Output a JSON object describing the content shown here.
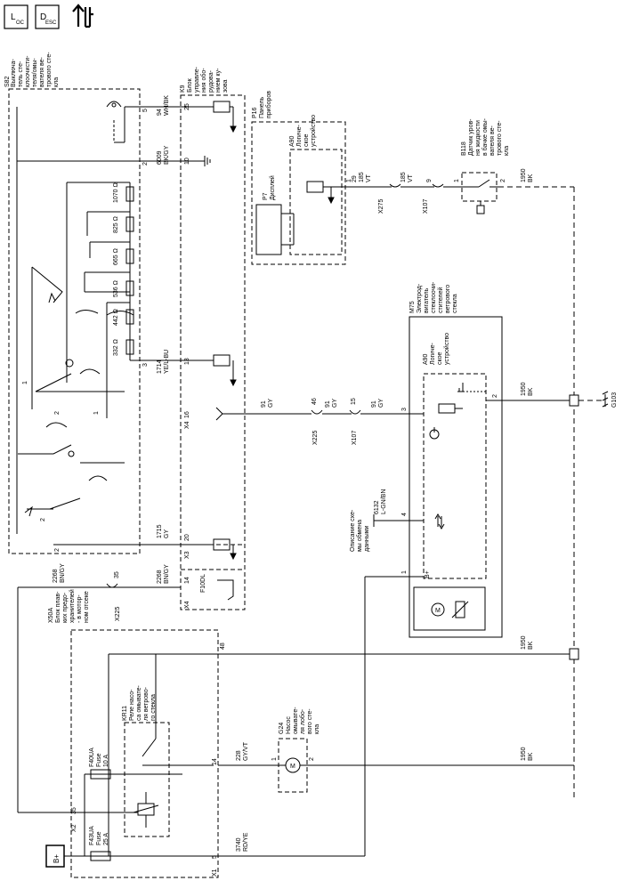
{
  "header_icons": {
    "loc": {
      "main": "L",
      "sub": "OC"
    },
    "desc": {
      "main": "D",
      "sub": "ESC"
    }
  },
  "s82": {
    "ref": "S82",
    "desc": [
      "Выключа-",
      "тель сте-",
      "клоочисти-",
      "теля/омы-",
      "вателя ве-",
      "трового сте-",
      "кла"
    ],
    "resistors": [
      "1070 Ω",
      "825 Ω",
      "665 Ω",
      "536 Ω",
      "442 Ω",
      "332 Ω"
    ],
    "pins": {
      "p5": "5",
      "p2a": "2",
      "p3": "3",
      "p1": "1",
      "p2b": "2",
      "p1b": "1",
      "p2c": "2",
      "p2d": "2"
    }
  },
  "k9": {
    "ref": "K9",
    "desc": [
      "Блок",
      "управле-",
      "ния обо-",
      "рудова-",
      "нием ку-",
      "зова"
    ],
    "pins": {
      "p25": "25",
      "p10": "10",
      "p13": "13",
      "p16": "16",
      "p20": "20",
      "p14": "14"
    },
    "conn_x3": "X3",
    "conn_x4a": "X4",
    "conn_x4b": "X4"
  },
  "f10dl": "F10DL",
  "p16": {
    "ref": "P16",
    "desc": [
      "Панель",
      "приборов"
    ]
  },
  "p7": {
    "ref": "P7",
    "desc": "Дисплей"
  },
  "a90_top": {
    "ref": "A90",
    "desc": [
      "Логиче-",
      "ское",
      "устройство"
    ]
  },
  "b118": {
    "ref": "B118",
    "desc": [
      "Датчик уров-",
      "ня жидкости",
      "в бачке омы-",
      "вателя ве-",
      "трового сте-",
      "кла"
    ],
    "pins": {
      "p1": "1",
      "p2": "2"
    }
  },
  "m75": {
    "ref": "M75",
    "desc": [
      "Электрод-",
      "вигатель",
      "стеклоочи-",
      "стителей",
      "ветрового",
      "стекла"
    ]
  },
  "a90_bot": {
    "ref": "A90",
    "desc": [
      "Логиче-",
      "ское",
      "устройство"
    ],
    "pins": {
      "p2": "2",
      "p3": "3",
      "p4": "4",
      "p1": "1"
    },
    "bplus": "B+"
  },
  "g24": {
    "ref": "G24",
    "desc": [
      "Насос",
      "омыватe-",
      "ля лобо-",
      "вого сте-",
      "кла"
    ],
    "pins": {
      "p1": "1",
      "p2": "2"
    }
  },
  "x50a": {
    "ref": "X50A",
    "desc": [
      "Блок плав-",
      "ких предо-",
      "хранителей",
      "- в мотор-",
      "ном отсеке"
    ],
    "pin48": "48",
    "pin35": "35",
    "pin14": "14",
    "pin5": "5",
    "conn_x2": "X2",
    "conn_x1": "X1"
  },
  "kr11": {
    "ref": "KR11",
    "desc": [
      "Реле насо-",
      "са омывате-",
      "ля ветрово-",
      "го стекла"
    ]
  },
  "f40ua": {
    "ref": "F40UA",
    "type": "Fuse",
    "rating": "10 A"
  },
  "f43ua": {
    "ref": "F43UA",
    "type": "Fuse",
    "rating": "25 A"
  },
  "bplus_box": "B+",
  "data_desc": [
    "Описание схе-",
    "мы обмена",
    "данными"
  ],
  "ground": "G103",
  "wires": {
    "w94": {
      "num": "94",
      "color": "WH/BK"
    },
    "w6009": {
      "num": "6009",
      "color": "BK/GY"
    },
    "w1714": {
      "num": "1714",
      "color": "YE/L-BU"
    },
    "w1715": {
      "num": "1715",
      "color": "GY"
    },
    "w2268a": {
      "num": "2268",
      "color": "BN/GY"
    },
    "w2268b": {
      "num": "2268",
      "color": "BN/GY"
    },
    "w91a": {
      "num": "91",
      "color": "GY"
    },
    "w91b": {
      "num": "91",
      "color": "GY"
    },
    "w91c": {
      "num": "91",
      "color": "GY"
    },
    "w185a": {
      "num": "185",
      "color": "VT"
    },
    "w185b": {
      "num": "185",
      "color": "VT"
    },
    "w6132": {
      "num": "6132",
      "color": "L-GN/BN"
    },
    "w1950a": {
      "num": "1950",
      "color": "BK"
    },
    "w1950b": {
      "num": "1950",
      "color": "BK"
    },
    "w1950c": {
      "num": "1950",
      "color": "BK"
    },
    "w1950d": {
      "num": "1950",
      "color": "BK"
    },
    "w228": {
      "num": "228",
      "color": "GY/VT"
    },
    "w3740": {
      "num": "3740",
      "color": "RD/YE"
    }
  },
  "connectors": {
    "x275": {
      "name": "X275",
      "pin": "29"
    },
    "x107a": {
      "name": "X107",
      "pin": "9"
    },
    "x225a": {
      "name": "X225",
      "pin": "46"
    },
    "x107b": {
      "name": "X107",
      "pin": "15"
    },
    "x225b": {
      "name": "X225",
      "pin": "35"
    },
    "p7pin": "1"
  }
}
